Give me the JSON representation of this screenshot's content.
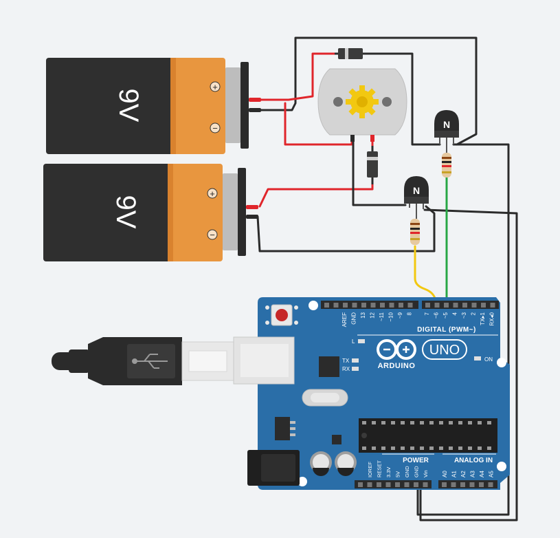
{
  "batteries": [
    {
      "voltage": "9V",
      "plus": "+",
      "minus": "−"
    },
    {
      "voltage": "9V",
      "plus": "+",
      "minus": "−"
    }
  ],
  "transistors": [
    {
      "type_label": "N"
    },
    {
      "type_label": "N"
    }
  ],
  "arduino": {
    "brand": "ARDUINO",
    "model": "UNO",
    "digital_header": "DIGITAL (PWM~)",
    "digital_pins": [
      "AREF",
      "GND",
      "13",
      "12",
      "~11",
      "~10",
      "~9",
      "8",
      "7",
      "~6",
      "~5",
      "4",
      "~3",
      "2",
      "TX▸1",
      "RX◂0"
    ],
    "led_l": "L",
    "led_tx": "TX",
    "led_rx": "RX",
    "led_on": "ON",
    "power_header": "POWER",
    "analog_header": "ANALOG IN",
    "power_pins": [
      "IOREF",
      "RESET",
      "3.3V",
      "5V",
      "GND",
      "GND",
      "Vin"
    ],
    "analog_pins": [
      "A0",
      "A1",
      "A2",
      "A3",
      "A4",
      "A5"
    ]
  },
  "colors": {
    "background": "#f1f3f5",
    "board": "#2a6ea8",
    "wire_red": "#e0252b",
    "wire_black": "#2b2b2b",
    "wire_yellow": "#f2c811",
    "wire_green": "#28a745",
    "battery_body": "#2f2f2f",
    "battery_cap": "#e8963f"
  }
}
